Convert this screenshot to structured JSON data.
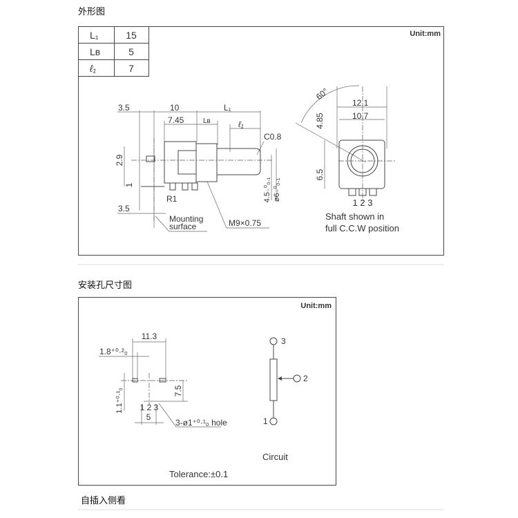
{
  "sections": {
    "outline_title": "外形图",
    "mounting_title": "安装孔尺寸图",
    "footer_note": "自插入侧看"
  },
  "outline": {
    "unit": "Unit:mm",
    "param_table": [
      {
        "symbol": "L₁",
        "value": "15"
      },
      {
        "symbol": "Lʙ",
        "value": "5"
      },
      {
        "symbol": "ℓ₁",
        "value": "7"
      }
    ],
    "dims": {
      "d3_5_top": "3.5",
      "d10": "10",
      "dL1": "L₁",
      "d7_45": "7.45",
      "dLB": "Lʙ",
      "dl1": "ℓ₁",
      "c0_8": "C0.8",
      "d2_9": "2.9",
      "d1": "1",
      "r1": "R1",
      "d3_5_bottom": "3.5",
      "d4_5": "4.5₋⁰₀.₁",
      "d6": "ø6₋⁰₀.₁",
      "mounting_1": "Mounting",
      "mounting_2": "surface",
      "thread": "M9×0.75",
      "angle": "60°",
      "d12_1": "12.1",
      "d10_7": "10.7",
      "d4_85": "4.85",
      "d6_5": "6.5",
      "pins": "1 2 3",
      "note_1": "Shaft shown in",
      "note_2": "full C.C.W position"
    }
  },
  "mounting": {
    "unit": "Unit:mm",
    "dims": {
      "d11_3": "11.3",
      "d1_8": "1.8⁺⁰·²₀",
      "d1_1": "1.1⁺⁰·¹₀",
      "d7_5": "7.5",
      "pins": "1 2 3",
      "d5": "5",
      "hole": "3-ø1⁺⁰·¹₀ hole"
    },
    "circuit": {
      "label": "Circuit",
      "pin1": "1",
      "pin2": "2",
      "pin3": "3"
    },
    "tolerance": "Tolerance:±0.1"
  }
}
